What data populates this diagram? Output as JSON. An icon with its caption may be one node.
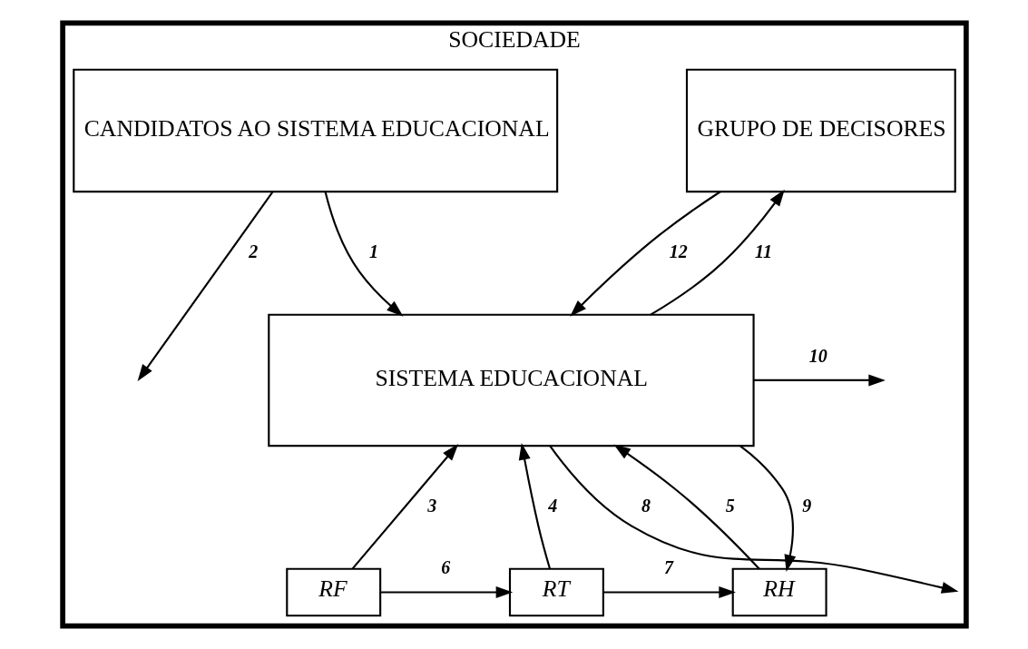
{
  "diagram": {
    "nodes": [
      {
        "text": [
          "SOCIEDADE"
        ]
      },
      {
        "text": [
          "CANDIDATOS AO SISTEMA EDUCACIONAL"
        ],
        "in": 0
      },
      {
        "text": [
          "GRUPO DE DECISORES"
        ],
        "in": 0
      },
      {
        "text": [
          "SISTEMA EDUCACIONAL"
        ],
        "in": 0
      },
      {
        "text": [
          "RF"
        ],
        "in": 0
      },
      {
        "text": [
          "RT"
        ],
        "in": 0
      },
      {
        "text": [
          "RH"
        ],
        "in": 0
      }
    ],
    "edges": [
      {
        "from": 1,
        "to": 3,
        "arrow": "to",
        "label": "1"
      },
      {
        "from": 1,
        "to": null,
        "arrow": "to",
        "label": "2"
      },
      {
        "from": 4,
        "to": 3,
        "arrow": "to",
        "label": "3"
      },
      {
        "from": 5,
        "to": 3,
        "arrow": "to",
        "label": "4"
      },
      {
        "from": 6,
        "to": 3,
        "arrow": "to",
        "label": "5"
      },
      {
        "from": 4,
        "to": 5,
        "arrow": "to",
        "label": "6"
      },
      {
        "from": 5,
        "to": 6,
        "arrow": "to",
        "label": "7"
      },
      {
        "from": 3,
        "to": null,
        "arrow": "to",
        "label": "8"
      },
      {
        "from": 3,
        "to": 6,
        "arrow": "to",
        "label": "9"
      },
      {
        "from": 3,
        "to": null,
        "arrow": "to",
        "label": "10"
      },
      {
        "from": 3,
        "to": 2,
        "arrow": "to",
        "label": "11"
      },
      {
        "from": 2,
        "to": 3,
        "arrow": "to",
        "label": "12"
      }
    ]
  }
}
